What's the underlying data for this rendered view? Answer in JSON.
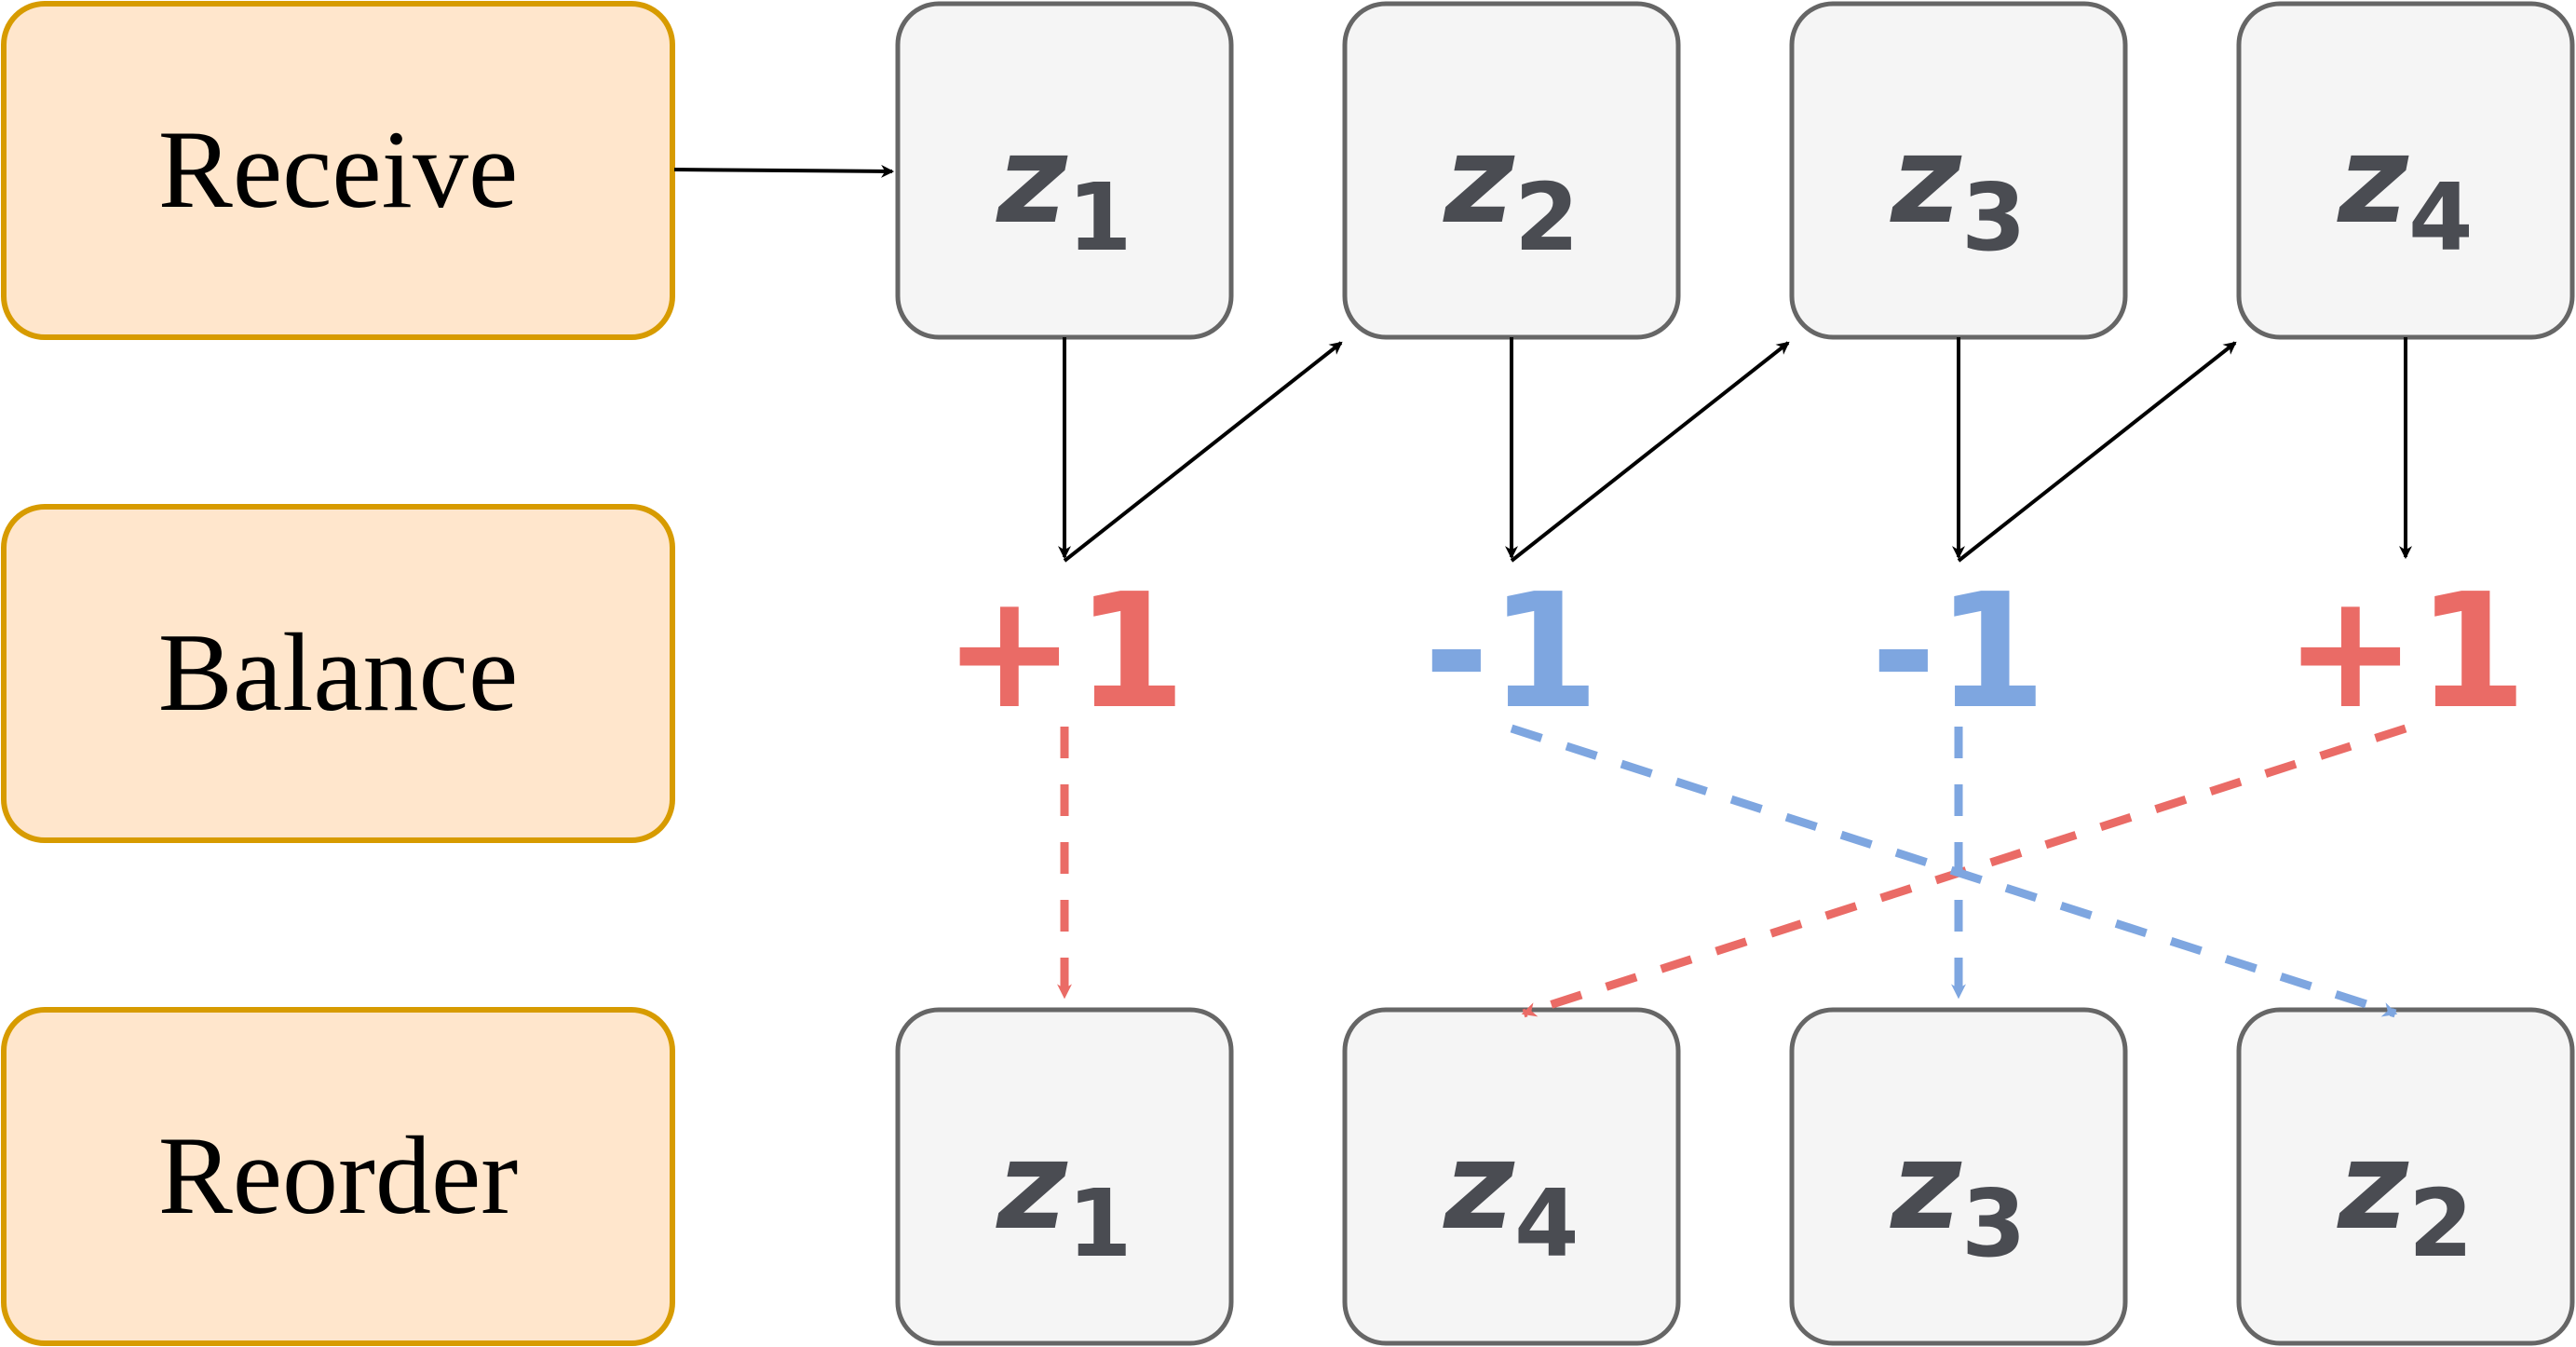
{
  "stages": [
    {
      "id": "receive",
      "label": "Receive"
    },
    {
      "id": "balance",
      "label": "Balance"
    },
    {
      "id": "reorder",
      "label": "Reorder"
    }
  ],
  "top_row": [
    {
      "letter": "z",
      "sub": "1"
    },
    {
      "letter": "z",
      "sub": "2"
    },
    {
      "letter": "z",
      "sub": "3"
    },
    {
      "letter": "z",
      "sub": "4"
    }
  ],
  "balance_values": [
    {
      "text": "+1",
      "color": "#ea6b66"
    },
    {
      "text": "-1",
      "color": "#7ea6e0"
    },
    {
      "text": "-1",
      "color": "#7ea6e0"
    },
    {
      "text": "+1",
      "color": "#ea6b66"
    }
  ],
  "bottom_row": [
    {
      "letter": "z",
      "sub": "1"
    },
    {
      "letter": "z",
      "sub": "4"
    },
    {
      "letter": "z",
      "sub": "3"
    },
    {
      "letter": "z",
      "sub": "2"
    }
  ],
  "colors": {
    "positive": "#ea6b66",
    "negative": "#7ea6e0",
    "stage_fill": "#ffe6cc",
    "stage_stroke": "#d79b00",
    "node_fill": "#f5f5f5",
    "node_stroke": "#666666"
  }
}
